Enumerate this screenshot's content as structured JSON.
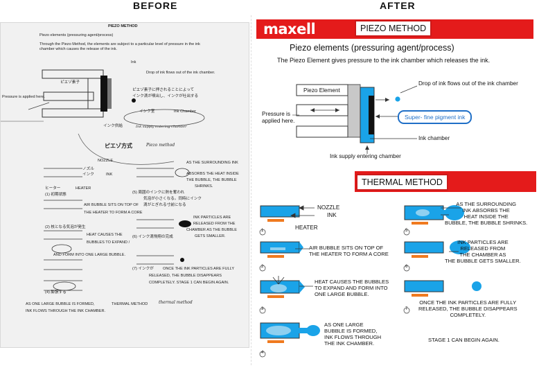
{
  "headers": {
    "before": "BEFORE",
    "after": "AFTER"
  },
  "before": {
    "title": "PIEZO METHOD",
    "heading": "Piezo elements (pressuring agent/process)",
    "intro_line1": "Through the Piezo Method, the elements are subject to a particular level of pressure in the ink",
    "intro_line2": "chamber which causes the release of the ink.",
    "ink_label": "Ink",
    "drop_note": "Drop of ink flows out of the ink chamber.",
    "pressure_note": "Pressure is applied here.",
    "jp_piezo_element": "ピエゾ素子",
    "jp_note_line1": "ピエゾ素子に押されることによって",
    "jp_note_line2": "インク滴が噴出し、インクが吐出する",
    "jp_ink_chamber": "インク室",
    "ink_chamber": "Ink Chamber",
    "jp_supply": "インク供給",
    "hand_supply": "Ink supply entering chamber",
    "jp_method": "ピエゾ方式",
    "hand_method": "Piezo method",
    "nozzle": "NOZZLE",
    "jp_nozzle": "ノズル",
    "jp_ink": "インク",
    "ink": "INK",
    "jp_heater": "ヒーター",
    "heater": "HEATER",
    "step1_jp": "(1) 初期状態",
    "surrounding": "AS THE SURROUNDING INK",
    "absorbs1": "ABSORBS THE HEAT INSIDE",
    "absorbs2": "THE BUBBLE, THE BUBBLE",
    "shrinks": "SHRINKS.",
    "step5_jp": "(5) 周囲のインクに熱を奪われ",
    "step5_jp2": "気泡が小さくなる。同時にインク",
    "step5_jp3": "滴がとぎれる寸前になる",
    "air_bubble": "AIR BUBBLE SITS ON TOP OF",
    "heater_core": "THE HEATER TO FORM A CORE",
    "step2_jp": "(2) 核となる気泡が発生",
    "ink_particles1": "INK PARTICLES ARE",
    "ink_particles2": "RELEASED FROM THE",
    "ink_particles3": "CHAMBER AS THE BUBBLE",
    "ink_particles4": "GETS SMALLER.",
    "heat_causes1": "HEAT CAUSES THE",
    "heat_causes2": "BUBBLES TO EXPAND /",
    "step6_jp": "(6) インク滴飛翔の完成",
    "and_form": "AND FORM INTO ONE LARGE BUBBLE.",
    "step7_jp": "(7) インクが",
    "once1": "ONCE THE INK PARTICLES ARE FULLY",
    "once2": "RELEASED, THE BUBBLE DISAPPEARS",
    "once3": "COMPLETELY. STAGE 1 CAN BEGIN AGAIN.",
    "step4_jp": "(4) 膨張する",
    "one_large": "AS ONE LARGE BUBBLE IS FORMED,",
    "ink_flows": "INK FLOWS THROUGH THE INK CHAMBER.",
    "thermal": "THERMAL METHOD",
    "hand_thermal": "thermal method"
  },
  "after": {
    "brand": "maxell",
    "piezo_title": "PIEZO METHOD",
    "heading": "Piezo elements (pressuring agent/process)",
    "sub": "The Piezo Element gives pressure to the ink chamber which releases the ink.",
    "piezo_element": "Piezo Element",
    "drop": "Drop of ink flows out of the ink chamber",
    "pressure": "Pressure is\napplied here.",
    "pigment": "Super- fine pigment ink",
    "ink_chamber": "Ink chamber",
    "supply": "Ink supply entering chamber",
    "thermal_title": "THERMAL METHOD",
    "nozzle": "NOZZLE",
    "ink": "INK",
    "heater": "HEATER",
    "step_air": "AIR BUBBLE SITS ON TOP OF\nTHE HEATER TO FORM A CORE",
    "step_heat": "HEAT CAUSES THE BUBBLES\nTO EXPAND AND FORM INTO\nONE LARGE BUBBLE.",
    "step_large": "AS ONE LARGE\nBUBBLE IS FORMED,\nINK FLOWS THROUGH\nTHE INK CHAMBER.",
    "step_shrink": "AS THE SURROUNDING\nINK ABSORBS THE\nHEAT INSIDE THE\nBUBBLE, THE BUBBLE SHRINKS.",
    "step_release": "INK PARTICLES ARE\nRELEASED FROM\nTHE CHAMBER AS\nTHE BUBBLE GETS SMALLER.",
    "step_once": "ONCE THE INK PARTICLES ARE FULLY\nRELEASED, THE BUBBLE DISAPPEARS\nCOMPLETELY.",
    "stage": "STAGE 1 CAN BEGIN AGAIN.",
    "nums": [
      "1",
      "2",
      "3",
      "4",
      "5",
      "6",
      "7"
    ]
  },
  "colors": {
    "red": "#e41b1b",
    "blue": "#1aa3e8",
    "orange": "#f07a1f",
    "navy": "#1f6fc7"
  }
}
